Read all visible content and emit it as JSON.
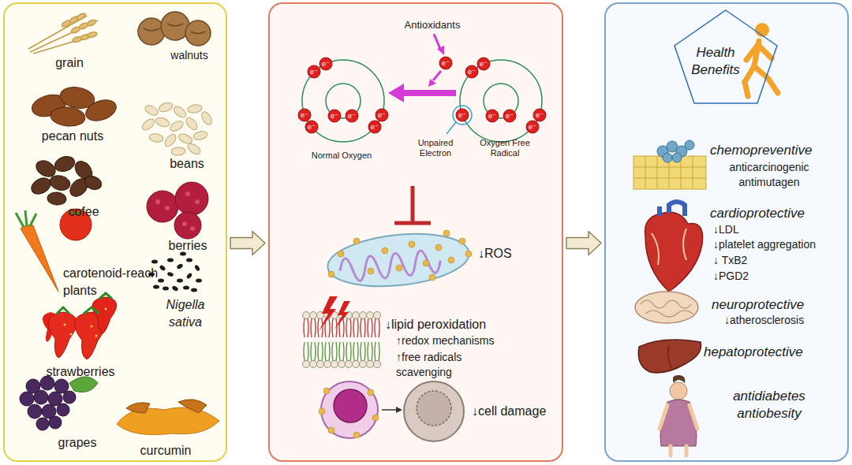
{
  "diagram": {
    "nodes": [
      {
        "text": [
          "grain",
          "walnuts",
          "pecan nuts",
          "beans",
          "cofee",
          "berries",
          "carotenoid-reach plants",
          "Nigella sativa",
          "strawberries",
          "grapes",
          "curcumin"
        ]
      },
      {
        "text": [
          "Antioxidants",
          "Normal Oxygen",
          "Unpaired Electron",
          "Oxygen Free Radical",
          "↓ROS",
          "↓lipid peroxidation",
          "↑redox mechanisms",
          "↑free radicals scavenging",
          "↓cell damage"
        ]
      },
      {
        "text": [
          "chemopreventive",
          "anticarcinogenic antimutagen",
          "cardioprotective",
          "↓LDL",
          "↓platelet aggregation",
          "↓ TxB2",
          "↓PGD2",
          "neuroprotective",
          "↓atherosclerosis",
          "hepatoprotective",
          "antidiabetes antiobesity"
        ]
      },
      {
        "text": [
          "Health Benefits"
        ],
        "in": 2
      }
    ],
    "edges": [
      {
        "from": 0,
        "to": 1,
        "arrow": "to"
      },
      {
        "from": 1,
        "to": 2,
        "arrow": "to"
      }
    ],
    "labels": [
      "e⁻",
      "e⁻",
      "e⁻",
      "e⁻",
      "e⁻",
      "e⁻",
      "e⁻",
      "e⁻",
      "e⁻",
      "e⁻",
      "e⁻",
      "e⁻",
      "e⁻",
      "e⁻",
      "e⁻",
      "e⁻"
    ]
  }
}
